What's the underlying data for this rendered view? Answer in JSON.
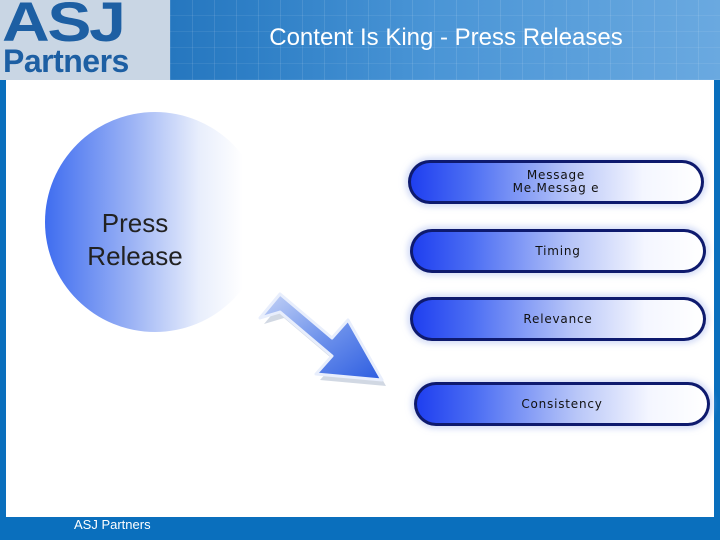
{
  "header": {
    "logo_line1": "ASJ",
    "logo_line2": "Partners",
    "title": "Content Is King - Press Releases"
  },
  "diagram": {
    "circle_label": "Press Release",
    "pills": [
      {
        "label": "Message Me.Messag e"
      },
      {
        "label": "Timing"
      },
      {
        "label": "Relevance"
      },
      {
        "label": "Consistency"
      }
    ]
  },
  "footer": {
    "text": "ASJ Partners"
  },
  "colors": {
    "background_blue": "#0a6fbd",
    "pill_border": "#0e1a6e",
    "pill_fill": "#1f3ff0",
    "circle_fill": "#3f6df0",
    "arrow_fill": "#3d6fe6"
  }
}
